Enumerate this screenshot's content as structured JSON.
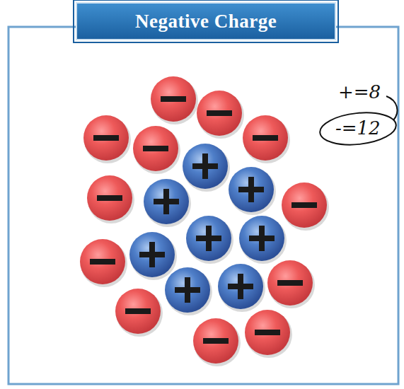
{
  "diagram": {
    "title": "Negative Charge",
    "labels": [
      "+=8",
      "-=12"
    ]
  }
}
